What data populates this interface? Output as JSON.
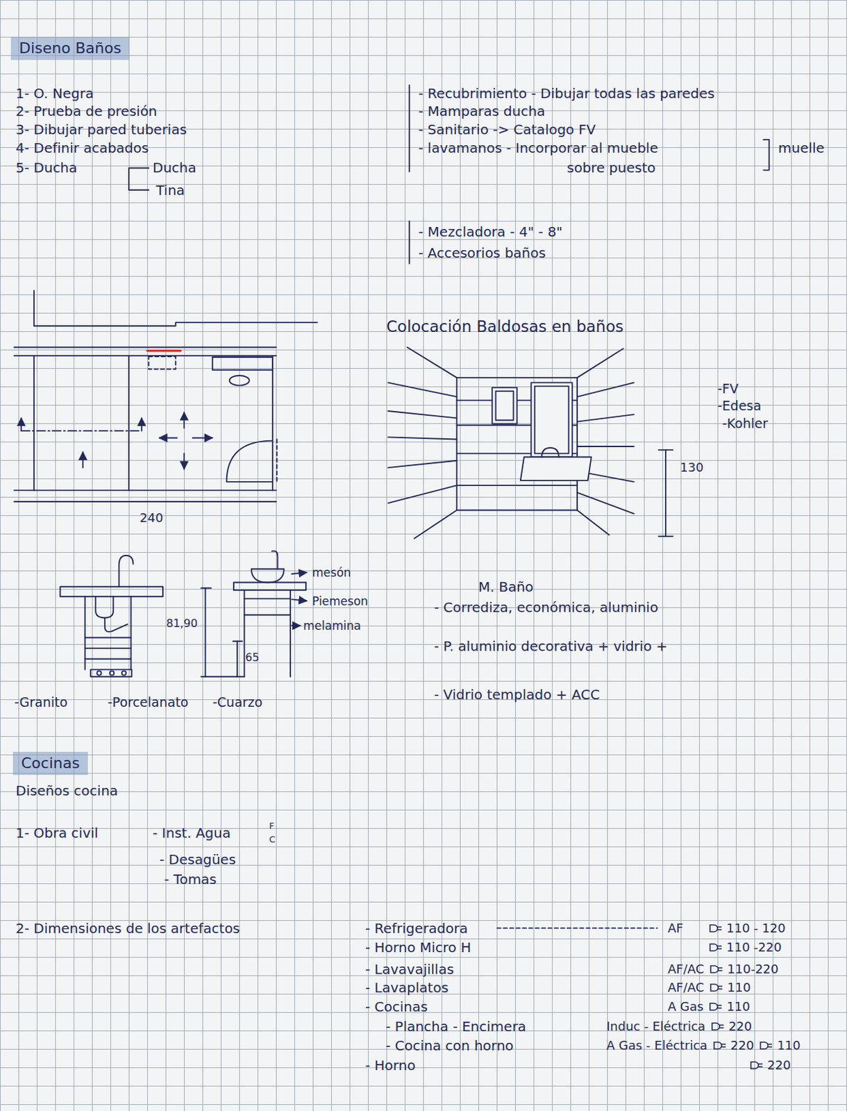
{
  "diagram": {
    "title": "Diseno Baños",
    "nodes": [
      {
        "text": [
          "Cocinas"
        ]
      }
    ],
    "labels": [
      "1- O. Negra",
      "2- Prueba de presión",
      "3- Dibujar pared tuberias",
      "4- Definir acabados",
      "5- Ducha",
      "Ducha",
      "Tina",
      "- Recubrimiento - Dibujar todas las paredes",
      "- Mamparas ducha",
      "- Sanitario -> Catalogo FV",
      "- lavamanos - Incorporar al mueble",
      "sobre puesto",
      "muelle",
      "- Mezcladora - 4\" - 8\"",
      "- Accesorios baños",
      "240",
      "Colocación Baldosas en baños",
      "-FV",
      "-Edesa",
      "-Kohler",
      "130",
      "mesón",
      "Piemeson",
      "melamina",
      "81,90",
      "65",
      "-Granito",
      "-Porcelanato",
      "-Cuarzo",
      "M. Baño",
      "- Corrediza, económica, aluminio",
      "- P. aluminio decorativa + vidrio +",
      "- Vidrio templado + ACC",
      "Diseños cocina",
      "1- Obra civil",
      "- Inst. Agua",
      "F",
      "C",
      "- Desagües",
      "- Tomas",
      "2- Dimensiones de los artefactos",
      "- Refrigeradora",
      "- Horno Micro H",
      "- Lavavajillas",
      "- Lavaplatos",
      "- Cocinas",
      "- Plancha - Encimera",
      "- Cocina con horno",
      "- Horno",
      "AF",
      "110 - 120",
      "110 -220",
      "AF/AC",
      "110-220",
      "AF/AC",
      "110",
      "A Gas",
      "110",
      "Induc - Eléctrica",
      "220",
      "A Gas - Eléctrica",
      "220",
      "110",
      "220"
    ]
  }
}
